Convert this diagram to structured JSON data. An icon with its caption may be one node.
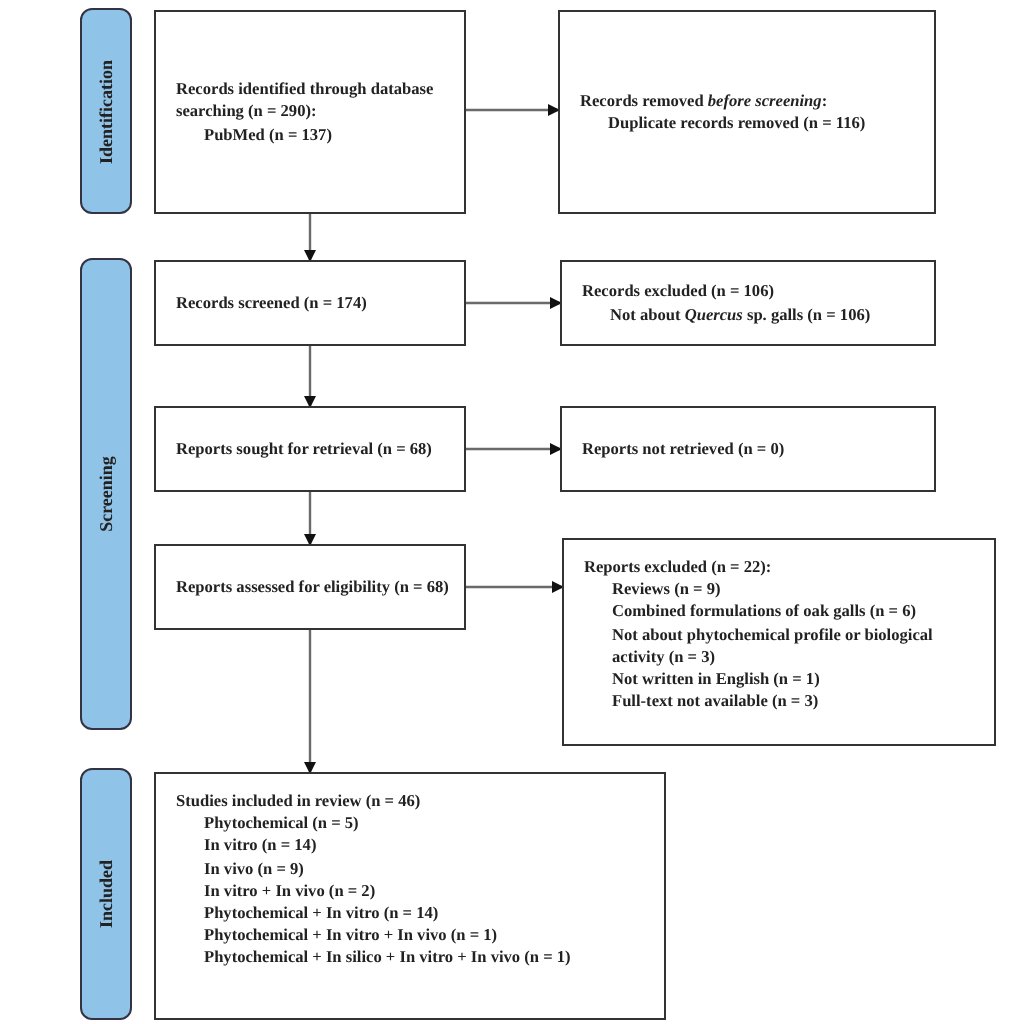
{
  "diagram": {
    "nodes": [
      {
        "text": [
          "Identification"
        ]
      },
      {
        "text": [
          "Screening"
        ]
      },
      {
        "text": [
          "Included"
        ]
      },
      {
        "text": [
          "Records identified through database searching (n = 290):",
          "PubMed (n = 137)"
        ]
      },
      {
        "text": [
          "Records removed *before screening*:",
          "Duplicate records removed (n = 116)"
        ]
      },
      {
        "text": [
          "Records screened (n = 174)"
        ]
      },
      {
        "text": [
          "Records excluded (n = 106)",
          "Not about *Quercus* sp. galls (n = 106)"
        ]
      },
      {
        "text": [
          "Reports sought for retrieval (n = 68)"
        ]
      },
      {
        "text": [
          "Reports not retrieved (n = 0)"
        ]
      },
      {
        "text": [
          "Reports assessed for eligibility (n = 68)"
        ]
      },
      {
        "text": [
          "Reports excluded (n = 22):",
          "Reviews (n = 9)",
          "Combined formulations of oak galls (n = 6)",
          "Not about phytochemical profile or biological activity (n = 3)",
          "Not written in English (n = 1)",
          "Full-text not available (n = 3)"
        ]
      },
      {
        "text": [
          "Studies included in review (n = 46)",
          "Phytochemical (n = 5)",
          "In vitro (n = 14)",
          "In vivo (n = 9)",
          "In vitro + In vivo (n = 2)",
          "Phytochemical + In vitro (n = 14)",
          "Phytochemical + In vitro + In vivo (n = 1)",
          "Phytochemical + In silico + In vitro + In vivo (n = 1)"
        ]
      }
    ],
    "edges": [
      {
        "from": 3,
        "to": 4,
        "arrow": "to"
      },
      {
        "from": 3,
        "to": 5,
        "arrow": "to"
      },
      {
        "from": 5,
        "to": 6,
        "arrow": "to"
      },
      {
        "from": 5,
        "to": 7,
        "arrow": "to"
      },
      {
        "from": 7,
        "to": 8,
        "arrow": "to"
      },
      {
        "from": 7,
        "to": 9,
        "arrow": "to"
      },
      {
        "from": 9,
        "to": 10,
        "arrow": "to"
      },
      {
        "from": 9,
        "to": 11,
        "arrow": "to"
      }
    ]
  }
}
